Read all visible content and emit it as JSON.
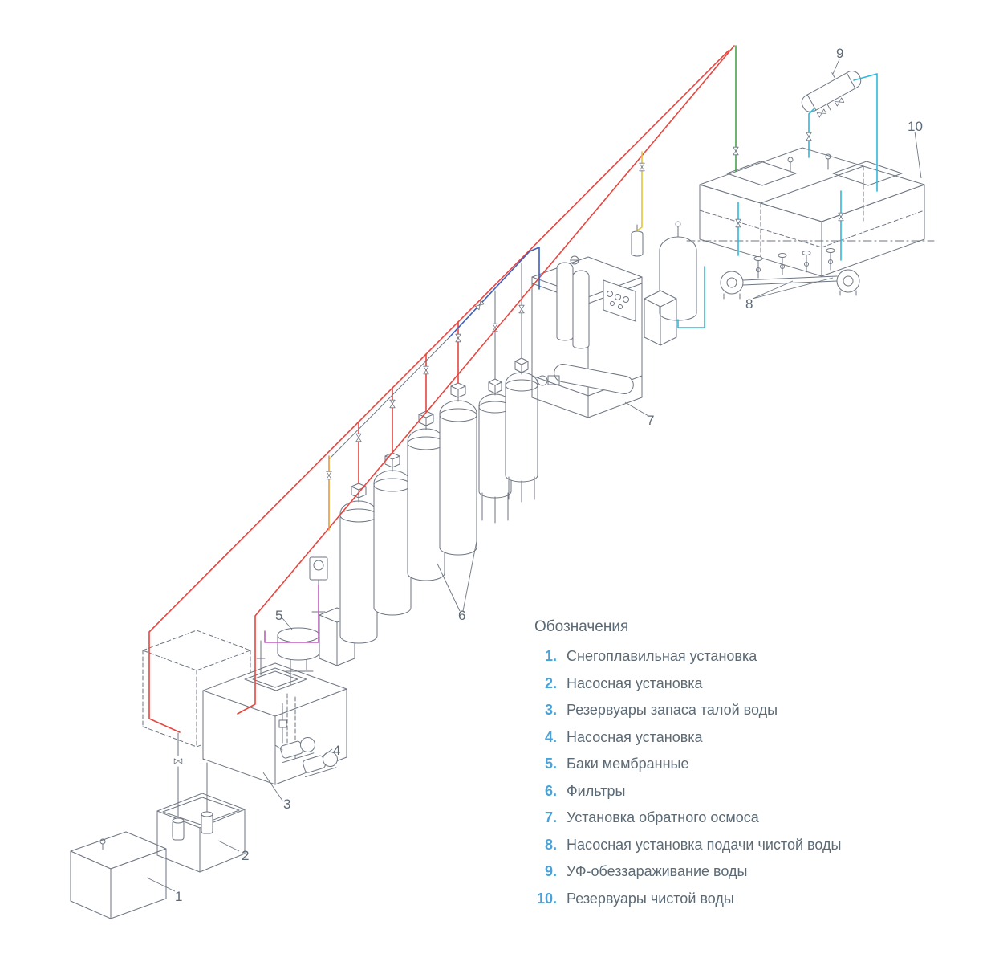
{
  "legend": {
    "title": "Обозначения",
    "items": [
      {
        "num": "1.",
        "label": "Снегоплавильная установка"
      },
      {
        "num": "2.",
        "label": "Насосная установка"
      },
      {
        "num": "3.",
        "label": "Резервуары запаса талой воды"
      },
      {
        "num": "4.",
        "label": "Насосная установка"
      },
      {
        "num": "5.",
        "label": "Баки мембранные"
      },
      {
        "num": "6.",
        "label": "Фильтры"
      },
      {
        "num": "7.",
        "label": "Установка обратного осмоса"
      },
      {
        "num": "8.",
        "label": "Насосная установка подачи чистой воды"
      },
      {
        "num": "9.",
        "label": "УФ-обеззараживание воды"
      },
      {
        "num": "10.",
        "label": "Резервуары чистой воды"
      }
    ]
  },
  "diagram": {
    "callouts": [
      {
        "label": "1"
      },
      {
        "label": "2"
      },
      {
        "label": "3"
      },
      {
        "label": "4"
      },
      {
        "label": "5"
      },
      {
        "label": "6"
      },
      {
        "label": "7"
      },
      {
        "label": "8"
      },
      {
        "label": "9"
      },
      {
        "label": "10"
      }
    ]
  },
  "colors": {
    "legend_number": "#49a2d8",
    "text": "#5c6a75",
    "equipment_line": "#6e7682",
    "pipe_red": "#e8453f",
    "pipe_green": "#46a24e",
    "pipe_yellow": "#e5c53a",
    "pipe_blue": "#3d5fc1",
    "pipe_cyan": "#30b7dc",
    "pipe_orange": "#e99a33",
    "pipe_magenta": "#c25cc2"
  }
}
